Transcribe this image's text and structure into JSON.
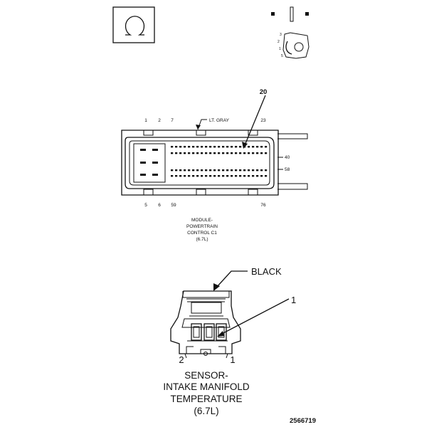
{
  "legend": {
    "seal_symbol": "Ω"
  },
  "pcm_connector": {
    "top_pins": [
      "1",
      "2",
      "7"
    ],
    "top_right_pin": "23",
    "color_callout": "LT. GRAY",
    "cavity_callout": "20",
    "side_pins": [
      "40",
      "58"
    ],
    "bottom_pins": [
      "5",
      "6",
      "59"
    ],
    "bottom_right_pin": "76",
    "caption_lines": [
      "MODULE-",
      "POWERTRAIN",
      "CONTROL C1",
      "(6.7L)"
    ]
  },
  "sensor_connector": {
    "color_callout": "BLACK",
    "pin_callout": "1",
    "pin_left": "2",
    "pin_right": "1",
    "caption_lines": [
      "SENSOR-",
      "INTAKE MANIFOLD",
      "TEMPERATURE",
      "(6.7L)"
    ]
  },
  "figure_id": "2566719"
}
